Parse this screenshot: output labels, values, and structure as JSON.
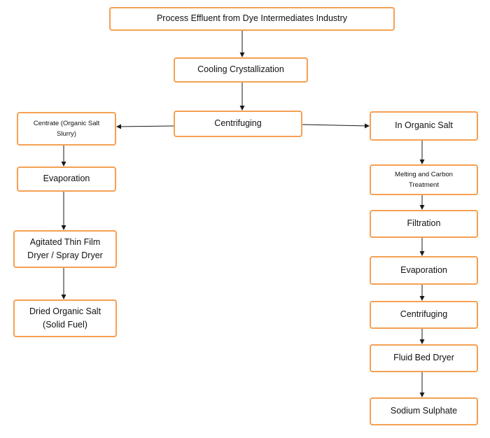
{
  "diagram": {
    "nodes": [
      {
        "id": "process",
        "label": "Process Effluent from Dye Intermediates Industry"
      },
      {
        "id": "cooling",
        "label": "Cooling Crystallization"
      },
      {
        "id": "centrifuging_main",
        "label": "Centrifuging"
      },
      {
        "id": "centrate",
        "label": "Centrate (Organic Salt\nSlurry)"
      },
      {
        "id": "evaporation_left",
        "label": "Evaporation"
      },
      {
        "id": "atfd",
        "label": "Agitated Thin Film\nDryer / Spray Dryer"
      },
      {
        "id": "dried_salt",
        "label": "Dried Organic Salt\n(Solid Fuel)"
      },
      {
        "id": "inorganic_salt",
        "label": "In Organic Salt"
      },
      {
        "id": "melting",
        "label": "Melting and Carbon\nTreatment"
      },
      {
        "id": "filtration",
        "label": "Filtration"
      },
      {
        "id": "evaporation_right",
        "label": "Evaporation"
      },
      {
        "id": "centrifuging_right",
        "label": "Centrifuging"
      },
      {
        "id": "fluid_bed",
        "label": "Fluid Bed Dryer"
      },
      {
        "id": "sodium_sulphate",
        "label": "Sodium Sulphate"
      }
    ],
    "edges": [
      {
        "from": "process",
        "to": "cooling"
      },
      {
        "from": "cooling",
        "to": "centrifuging_main"
      },
      {
        "from": "centrifuging_main",
        "to": "centrate"
      },
      {
        "from": "centrifuging_main",
        "to": "inorganic_salt"
      },
      {
        "from": "centrate",
        "to": "evaporation_left"
      },
      {
        "from": "evaporation_left",
        "to": "atfd"
      },
      {
        "from": "atfd",
        "to": "dried_salt"
      },
      {
        "from": "inorganic_salt",
        "to": "melting"
      },
      {
        "from": "melting",
        "to": "filtration"
      },
      {
        "from": "filtration",
        "to": "evaporation_right"
      },
      {
        "from": "evaporation_right",
        "to": "centrifuging_right"
      },
      {
        "from": "centrifuging_right",
        "to": "fluid_bed"
      },
      {
        "from": "fluid_bed",
        "to": "sodium_sulphate"
      }
    ],
    "colors": {
      "box_border": "#F5A054",
      "arrow": "#1a1a1a",
      "text": "#111111"
    }
  }
}
